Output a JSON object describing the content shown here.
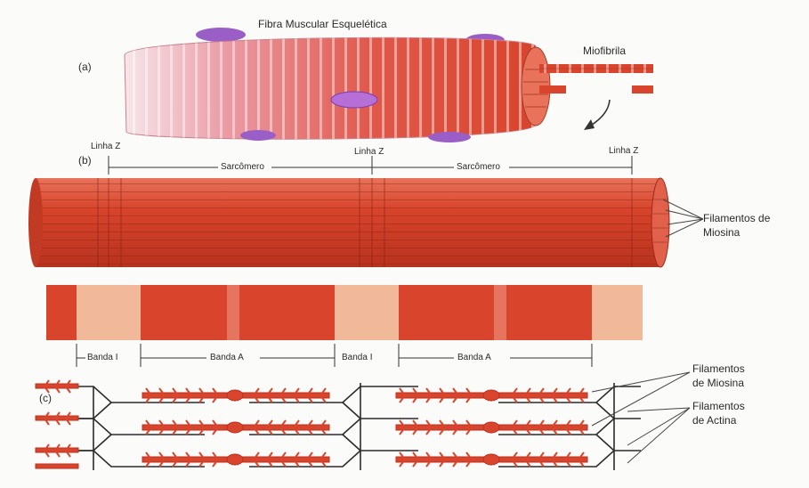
{
  "title": "Fibra Muscular Esquelética",
  "panels": {
    "a": "(a)",
    "b": "(b)",
    "c": "(c)"
  },
  "labels": {
    "miofibrila": "Miofibrila",
    "linha_z": "Linha Z",
    "sarcomero": "Sarcômero",
    "filamentos_miosina_1": "Filamentos de",
    "filamentos_miosina_2": "Miosina",
    "banda_i": "Banda I",
    "banda_a": "Banda A",
    "fil_miosina_c_1": "Filamentos",
    "fil_miosina_c_2": "de Miosina",
    "fil_actina_c_1": "Filamentos",
    "fil_actina_c_2": "de Actina"
  },
  "colors": {
    "muscle_red": "#d8442c",
    "muscle_dark": "#b8321e",
    "band_light": "#f1b89a",
    "nucleus_purple": "#9a5fc6",
    "line_gray": "#333333"
  }
}
